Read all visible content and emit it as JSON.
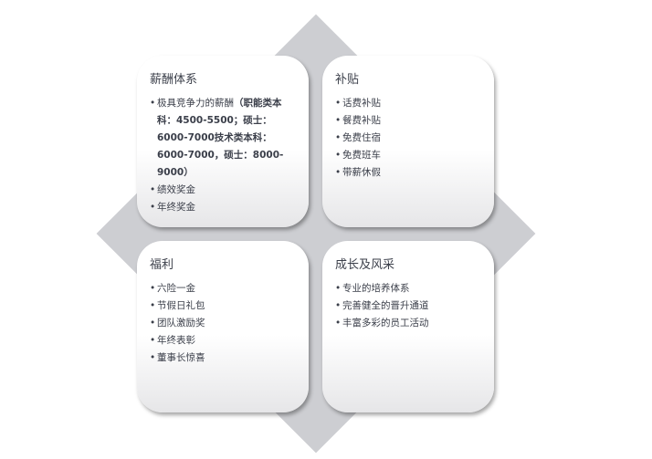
{
  "cards": [
    {
      "title": "薪酬体系",
      "items": [
        "极具竞争力的薪酬",
        "（职能类本科：4500-5500；硕士：6000-7000技术类本科：6000-7000，硕士：8000-9000）",
        "绩效奖金",
        "年终奖金"
      ]
    },
    {
      "title": "补贴",
      "items": [
        "话费补贴",
        "餐费补贴",
        "免费住宿",
        "免费班车",
        "带薪休假"
      ]
    },
    {
      "title": "福利",
      "items": [
        "六险一金",
        "节假日礼包",
        "团队激励奖",
        "年终表彰",
        "董事长惊喜"
      ]
    },
    {
      "title": "成长及风采",
      "items": [
        "专业的培养体系",
        "完善健全的晋升通道",
        "丰富多彩的员工活动"
      ]
    }
  ]
}
